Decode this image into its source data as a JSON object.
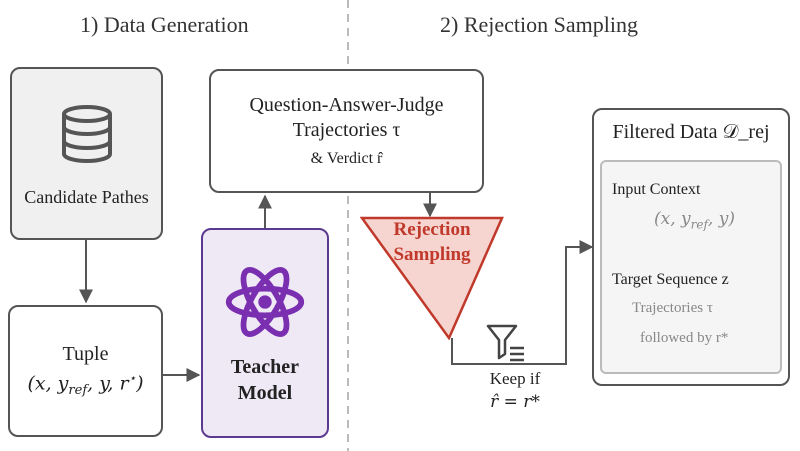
{
  "sections": {
    "left_title": "1) Data Generation",
    "right_title": "2) Rejection Sampling"
  },
  "nodes": {
    "candidate": {
      "label": "Candidate Pathes"
    },
    "tuple": {
      "label": "Tuple",
      "formula": "(x, y_ref, y, r*)"
    },
    "teacher": {
      "line1": "Teacher",
      "line2": "Model"
    },
    "qaj": {
      "line1": "Question-Answer-Judge",
      "line2": "Trajectories τ",
      "line3": "& Verdict r̂"
    },
    "rejection": {
      "line1": "Rejection",
      "line2": "Sampling"
    },
    "keep": {
      "line1": "Keep if",
      "line2": "r̂ = r*"
    },
    "filtered": {
      "title": "Filtered Data 𝒟_rej",
      "input_label": "Input Context",
      "input_formula": "(x, y_ref, y)",
      "target_label": "Target Sequence z",
      "traj_label": "Trajectories τ",
      "followed_label": "followed by r*"
    }
  },
  "colors": {
    "border": "#555555",
    "candidate_fill": "#f0f0f0",
    "teacher_border": "#5b3a8f",
    "teacher_fill": "#efe9f6",
    "atom": "#7a2fb0",
    "funnel_stroke": "#c0392b",
    "funnel_fill": "#f6d4d0",
    "funnel_text": "#c0392b"
  },
  "icons": [
    "database-icon",
    "atom-icon",
    "filter-icon"
  ]
}
